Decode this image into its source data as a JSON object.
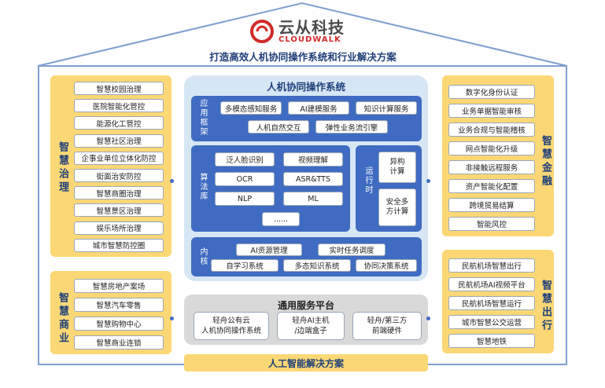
{
  "logo": {
    "cn": "云从科技",
    "en": "CLOUDWALK"
  },
  "subtitle": "打造高效人机协同操作系统和行业解决方案",
  "left_top": {
    "title": "智慧治理",
    "items": [
      "智慧校园治理",
      "医院智能化管控",
      "能源化工管控",
      "智慧社区治理",
      "企事业单位立体化防控",
      "街面治安防控",
      "智慧商圈治理",
      "智慧景区治理",
      "娱乐场所治理",
      "城市智慧防控圈"
    ]
  },
  "left_bottom": {
    "title": "智慧商业",
    "items": [
      "智慧房地产案场",
      "智慧汽车零售",
      "智慧购物中心",
      "智慧商业连锁"
    ]
  },
  "right_top": {
    "title": "智慧金融",
    "items": [
      "数字化身份认证",
      "业务单据智能审核",
      "业务合规与智能稽核",
      "网点智能化升级",
      "非接触远程服务",
      "资产智能化配置",
      "跨境贸易结算",
      "智能风控"
    ]
  },
  "right_bottom": {
    "title": "智慧出行",
    "items": [
      "民航机场智慧出行",
      "民航机场AI视频平台",
      "民航机场智慧运行",
      "城市智慧公交运营",
      "智慧地铁"
    ]
  },
  "os": {
    "title": "人机协同操作系统",
    "app": {
      "label": "应用框架",
      "items": [
        "多模态感知服务",
        "AI建模服务",
        "知识计算服务",
        "人机自然交互",
        "弹性业务流引擎"
      ]
    },
    "algo": {
      "label": "算法库",
      "items": [
        "泛人脸识别",
        "视频理解",
        "OCR",
        "ASR&TTS",
        "NLP",
        "ML",
        "......"
      ]
    },
    "runtime": {
      "label": "运行时",
      "items": [
        "异构计算",
        "安全多方计算"
      ]
    },
    "kernel": {
      "label": "内核",
      "items": [
        "AI资源管理",
        "实时任务调度",
        "自学习系统",
        "多态知识系统",
        "协同决策系统"
      ]
    }
  },
  "platform": {
    "title": "通用服务平台",
    "items": [
      "轻舟公有云\n人机协同操作系统",
      "轻舟AI主机\n/边端盒子",
      "轻舟/第三方\n前端硬件"
    ]
  },
  "bottom": "人工智能解决方案",
  "colors": {
    "blue": "#3f6cc2",
    "light_blue": "#d7e6f5",
    "yellow": "#fbd875",
    "navy": "#1f3f7a",
    "red": "#d12a2a"
  }
}
